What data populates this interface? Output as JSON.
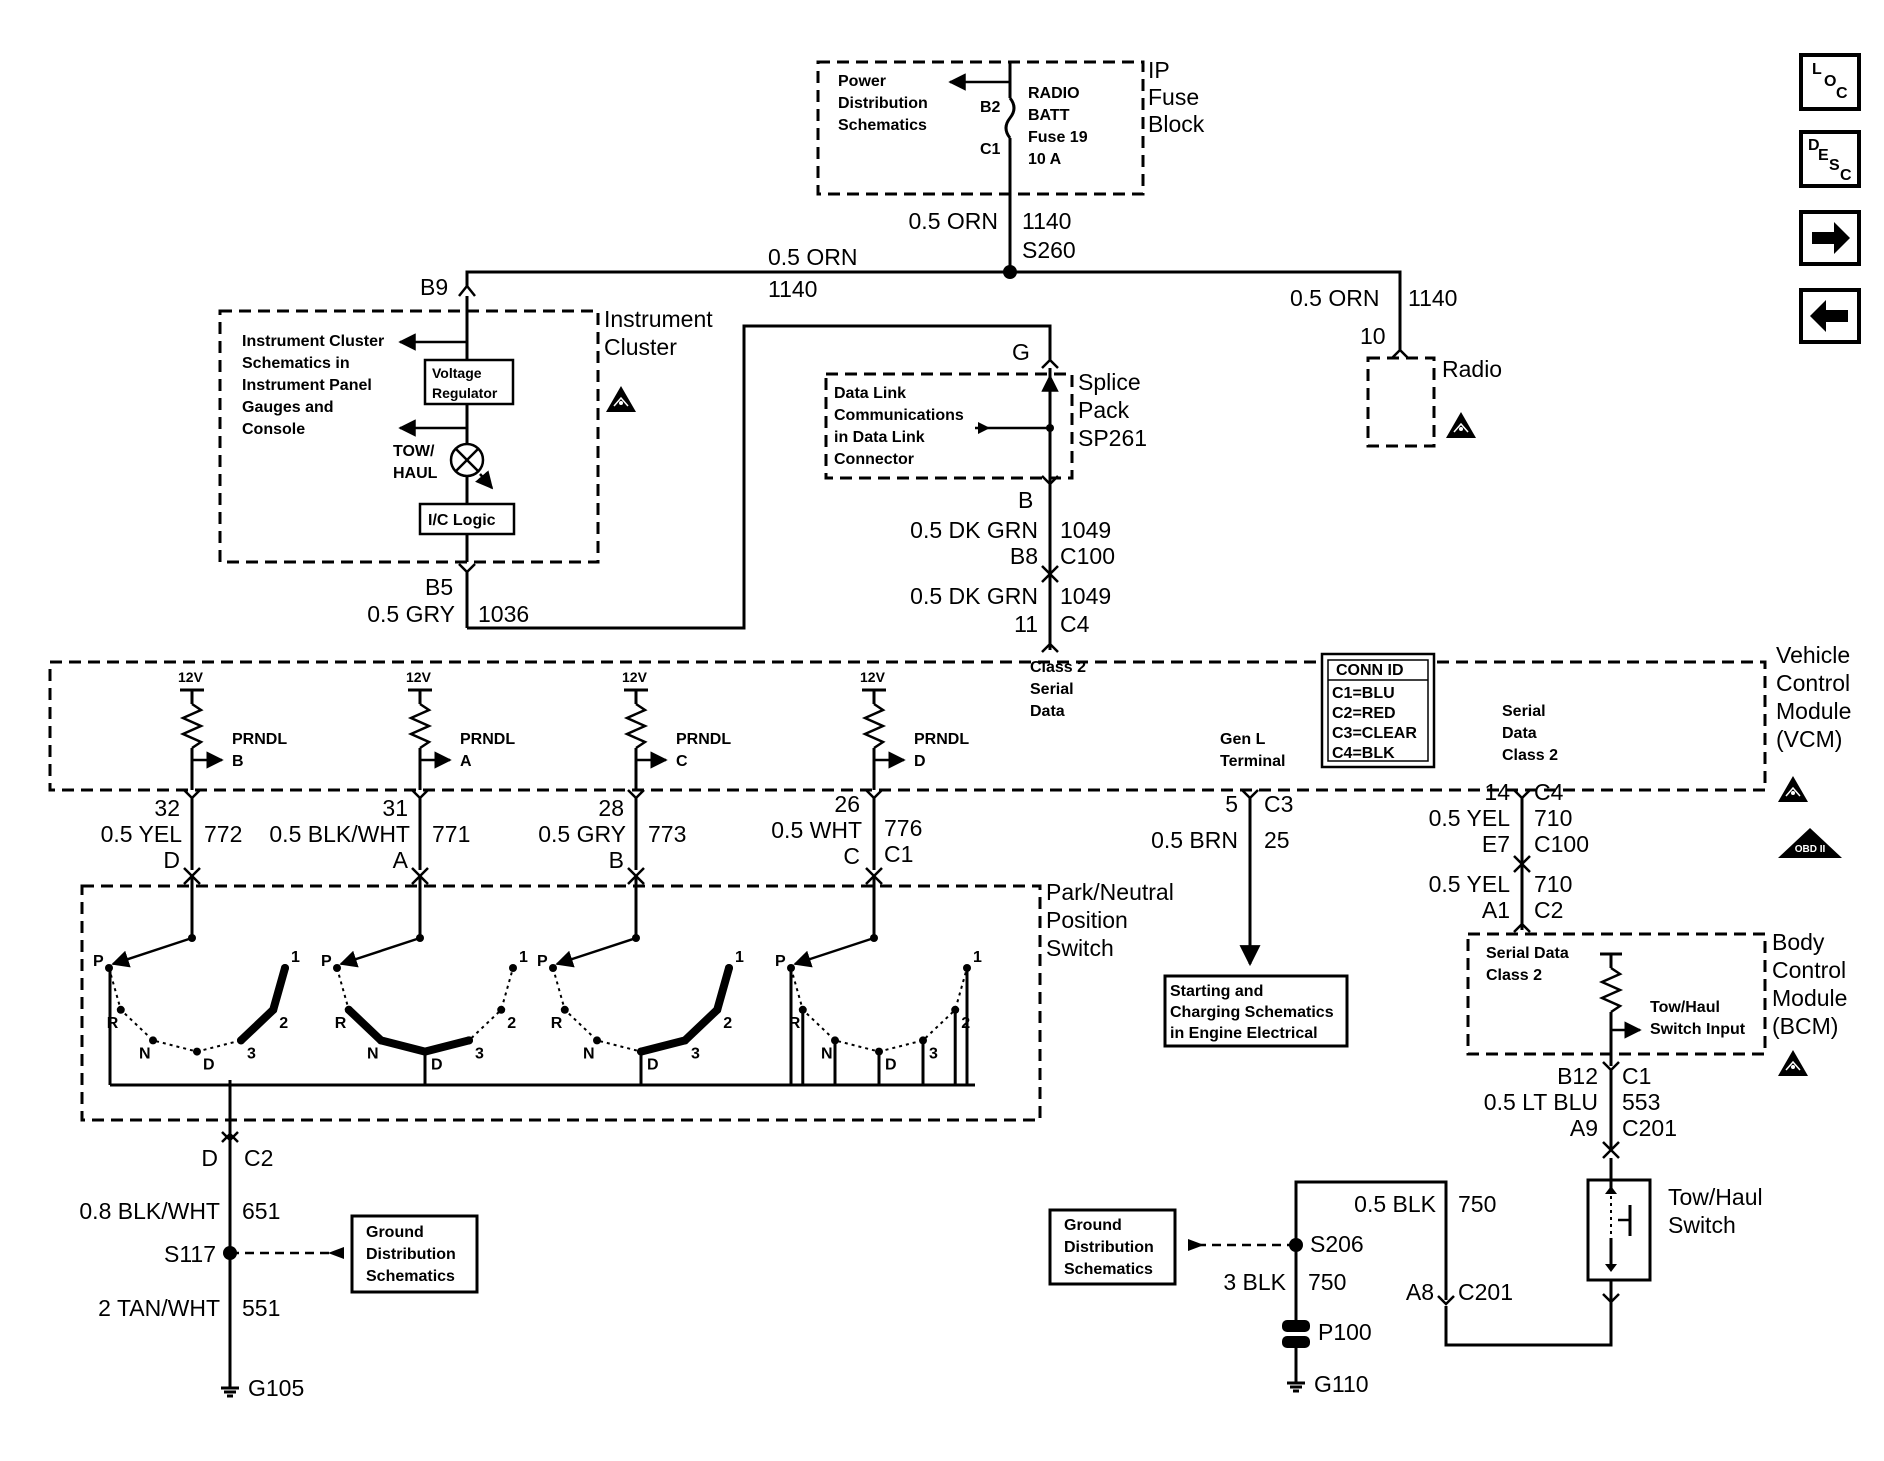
{
  "nav": {
    "loc": [
      "L",
      "O",
      "C"
    ],
    "desc": [
      "D",
      "E",
      "S",
      "C"
    ],
    "next": "→",
    "prev": "←"
  },
  "fuse_block": {
    "title": [
      "IP",
      "Fuse",
      "Block"
    ],
    "ref": [
      "Power",
      "Distribution",
      "Schematics"
    ],
    "fuse": [
      "RADIO",
      "BATT",
      "Fuse 19",
      "10 A"
    ],
    "pin_in": "B2",
    "pin_out": "C1"
  },
  "top_wire": {
    "size": "0.5 ORN",
    "circuit": "1140",
    "splice": "S260"
  },
  "ic_wire": {
    "size": "0.5 ORN",
    "circuit": "1140",
    "pin": "B9"
  },
  "radio_wire": {
    "size": "0.5 ORN",
    "circuit": "1140",
    "pin": "10"
  },
  "radio": {
    "title": "Radio"
  },
  "instrument_cluster": {
    "title": [
      "Instrument",
      "Cluster"
    ],
    "ref": [
      "Instrument Cluster",
      "Schematics in",
      "Instrument Panel",
      "Gauges and",
      "Console"
    ],
    "voltage_regulator": [
      "Voltage",
      "Regulator"
    ],
    "lamp": [
      "TOW/",
      "HAUL"
    ],
    "logic": "I/C Logic",
    "pin_out": "B5",
    "out_size": "0.5 GRY",
    "out_circuit": "1036"
  },
  "splice_pack": {
    "title": [
      "Splice",
      "Pack",
      "SP261"
    ],
    "ref": [
      "Data Link",
      "Communications",
      "in Data Link",
      "Connector"
    ],
    "pin_in": "G",
    "pin_out": "B"
  },
  "dlc_wire": {
    "size1": "0.5 DK GRN",
    "circuit1": "1049",
    "pin1": "B8",
    "conn1": "C100",
    "size2": "0.5 DK GRN",
    "circuit2": "1049",
    "pin2": "11",
    "conn2": "C4"
  },
  "vcm": {
    "title": [
      "Vehicle",
      "Control",
      "Module",
      "(VCM)"
    ],
    "class2": [
      "Class 2",
      "Serial",
      "Data"
    ],
    "conn_id": {
      "header": "CONN ID",
      "rows": [
        "C1=BLU",
        "C2=RED",
        "C3=CLEAR",
        "C4=BLK"
      ]
    },
    "genl": [
      "Gen L",
      "Terminal"
    ],
    "serial": [
      "Serial",
      "Data",
      "Class 2"
    ],
    "obd": "OBD II",
    "prndl": [
      {
        "v": "12V",
        "label": "PRNDL",
        "letter": "B"
      },
      {
        "v": "12V",
        "label": "PRNDL",
        "letter": "A"
      },
      {
        "v": "12V",
        "label": "PRNDL",
        "letter": "C"
      },
      {
        "v": "12V",
        "label": "PRNDL",
        "letter": "D"
      }
    ]
  },
  "prndl_wires": [
    {
      "pin": "32",
      "size": "0.5 YEL",
      "circuit": "772",
      "sw": "D",
      "conn": ""
    },
    {
      "pin": "31",
      "size": "0.5 BLK/WHT",
      "circuit": "771",
      "sw": "A",
      "conn": ""
    },
    {
      "pin": "28",
      "size": "0.5 GRY",
      "circuit": "773",
      "sw": "B",
      "conn": ""
    },
    {
      "pin": "26",
      "size": "0.5 WHT",
      "circuit": "776",
      "sw": "C",
      "conn": "C1"
    }
  ],
  "genl_wire": {
    "pin": "5",
    "conn": "C3",
    "size": "0.5 BRN",
    "circuit": "25"
  },
  "starting_ref": [
    "Starting and",
    "Charging Schematics",
    "in Engine Electrical"
  ],
  "serial_wire": {
    "pin1": "14",
    "conn1": "C4",
    "size1": "0.5 YEL",
    "circuit1": "710",
    "pin1b": "E7",
    "conn1b": "C100",
    "size2": "0.5 YEL",
    "circuit2": "710",
    "pin2": "A1",
    "conn2": "C2"
  },
  "pnp_switch": {
    "title": [
      "Park/Neutral",
      "Position",
      "Switch"
    ],
    "positions": [
      "P",
      "R",
      "N",
      "D",
      "3",
      "2",
      "1"
    ],
    "out_pin": "D",
    "out_conn": "C2"
  },
  "ground_left": {
    "size1": "0.8 BLK/WHT",
    "circuit1": "651",
    "splice": "S117",
    "size2": "2 TAN/WHT",
    "circuit2": "551",
    "ground": "G105",
    "ref": [
      "Ground",
      "Distribution",
      "Schematics"
    ]
  },
  "bcm": {
    "title": [
      "Body",
      "Control",
      "Module",
      "(BCM)"
    ],
    "serial": [
      "Serial Data",
      "Class 2"
    ],
    "input": [
      "Tow/Haul",
      "Switch Input"
    ]
  },
  "bcm_wire": {
    "pin": "B12",
    "conn": "C1",
    "size": "0.5 LT BLU",
    "circuit": "553",
    "pin2": "A9",
    "conn2": "C201"
  },
  "tow_switch": {
    "title": [
      "Tow/Haul",
      "Switch"
    ]
  },
  "ground_right": {
    "size1": "0.5 BLK",
    "circuit1": "750",
    "splice": "S206",
    "size2": "3 BLK",
    "circuit2": "750",
    "pin": "A8",
    "conn": "C201",
    "stud": "P100",
    "ground": "G110",
    "ref": [
      "Ground",
      "Distribution",
      "Schematics"
    ]
  }
}
